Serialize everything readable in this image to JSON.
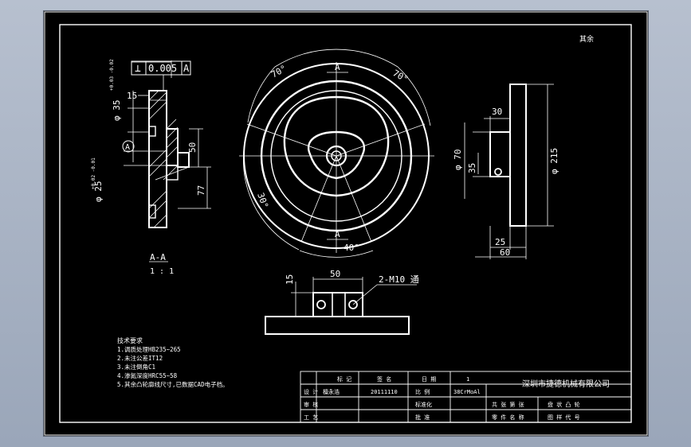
{
  "title_block": {
    "company": "深圳市捷德机械有限公司",
    "row1": {
      "label_a": "标 记",
      "label_b": "签 名",
      "label_c": "日 期",
      "qty": "1"
    },
    "row2": {
      "role": "设 计",
      "name": "檀永浩",
      "date": "20111110",
      "label_scale": "比 例",
      "material": "38CrMoAl"
    },
    "row3": {
      "role": "审 核",
      "label": "标准化"
    },
    "row4": {
      "role": "工 艺",
      "label": "批 准"
    },
    "right_rows": [
      "共 张 第 张",
      "盘 状 凸 轮",
      "零 件 名 称",
      "图 样 代 号"
    ]
  },
  "corner_mark": "其余",
  "notes": {
    "heading": "技术要求",
    "items": [
      "1.调质处理HB235~265",
      "2.未注公差IT12",
      "3.未注倒角C1",
      "4.渗氮深度HRC55~58",
      "5.其余凸轮廓线尺寸,已数据CAD电子档。"
    ]
  },
  "section_view": {
    "label": "A-A",
    "scale": "1 : 1",
    "tolerance_symbol": "⊥",
    "tolerance_value": "0.005",
    "datum": "A",
    "datum_circle": "A",
    "dims": {
      "d35": "φ 35",
      "d35_tol": "+0.03 -0.02",
      "w15": "15",
      "h50": "50",
      "h77": "77",
      "d25": "φ 25",
      "d25_tol": "+0.02 -0.01"
    }
  },
  "front_view": {
    "angle_left": "70°",
    "angle_right": "70°",
    "angle_bottom": "40°",
    "angle_side": "30°",
    "section_top": "A",
    "section_bottom": "A"
  },
  "side_view": {
    "dims": {
      "w30": "30",
      "d70": "φ 70",
      "h35": "35",
      "d215": "φ 215",
      "w25": "25",
      "w60": "60"
    }
  },
  "bottom_view": {
    "dims": {
      "w50": "50",
      "h15": "15",
      "thread": "2-M10 通"
    }
  }
}
